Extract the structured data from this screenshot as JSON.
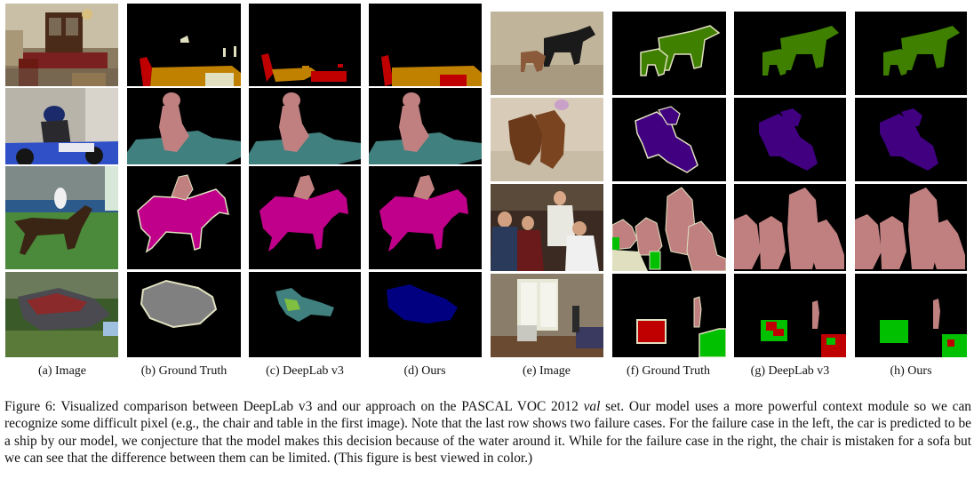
{
  "subcaptions": {
    "a": "(a) Image",
    "b": "(b) Ground Truth",
    "c": "(c) DeepLab v3",
    "d": "(d) Ours",
    "e": "(e) Image",
    "f": "(f) Ground Truth",
    "g": "(g) DeepLab v3",
    "h": "(h) Ours"
  },
  "figure_caption": {
    "prefix": "Figure 6: Visualized comparison between DeepLab v3 and our approach on the PASCAL VOC 2012 ",
    "italic": "val",
    "suffix": " set. Our model uses a more powerful context module so we can recognize some difficult pixel (e.g., the chair and table in the first image). Note that the last row shows two failure cases. For the failure case in the left, the car is predicted to be a ship by our model, we conjecture that the model makes this decision because of the water around it. While for the failure case in the right, the chair is mistaken for a sofa but we can see that the difference between them can be limited. (This figure is best viewed in color.)"
  },
  "colors": {
    "person": "#c08080",
    "bike": "#40807f",
    "horse": "#c0008a",
    "dog": "#400080",
    "cow": "#408000",
    "car": "#808080",
    "boat": "#000080",
    "chair": "#c00000",
    "table": "#c08000",
    "sofa": "#00c000",
    "plant": "#80c040",
    "background": "#000000",
    "void_border": "#e0e0c0"
  }
}
